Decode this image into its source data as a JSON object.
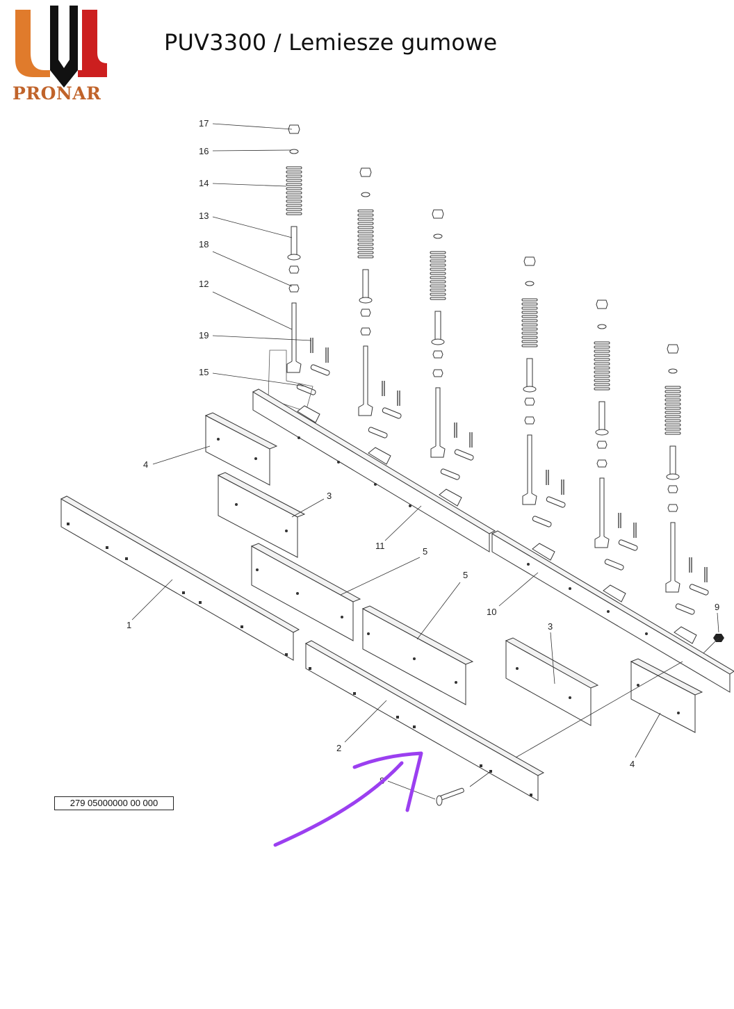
{
  "header": {
    "title": "PUV3300 / Lemiesze gumowe",
    "brand": "PRONAR"
  },
  "document_number": "279 05000000 00 000",
  "colors": {
    "logo_orange": "#e07b2c",
    "logo_red": "#cc1f1f",
    "logo_black": "#111111",
    "annotation_purple": "#9b3ff0"
  },
  "part_labels": [
    {
      "id": "17",
      "text": "17"
    },
    {
      "id": "16",
      "text": "16"
    },
    {
      "id": "14",
      "text": "14"
    },
    {
      "id": "13",
      "text": "13"
    },
    {
      "id": "18",
      "text": "18"
    },
    {
      "id": "12",
      "text": "12"
    },
    {
      "id": "19",
      "text": "19"
    },
    {
      "id": "15",
      "text": "15"
    },
    {
      "id": "4a",
      "text": "4"
    },
    {
      "id": "3a",
      "text": "3"
    },
    {
      "id": "11",
      "text": "11"
    },
    {
      "id": "5a",
      "text": "5"
    },
    {
      "id": "5b",
      "text": "5"
    },
    {
      "id": "1",
      "text": "1"
    },
    {
      "id": "10",
      "text": "10"
    },
    {
      "id": "9",
      "text": "9"
    },
    {
      "id": "3b",
      "text": "3"
    },
    {
      "id": "2",
      "text": "2"
    },
    {
      "id": "8",
      "text": "8"
    },
    {
      "id": "4b",
      "text": "4"
    }
  ]
}
